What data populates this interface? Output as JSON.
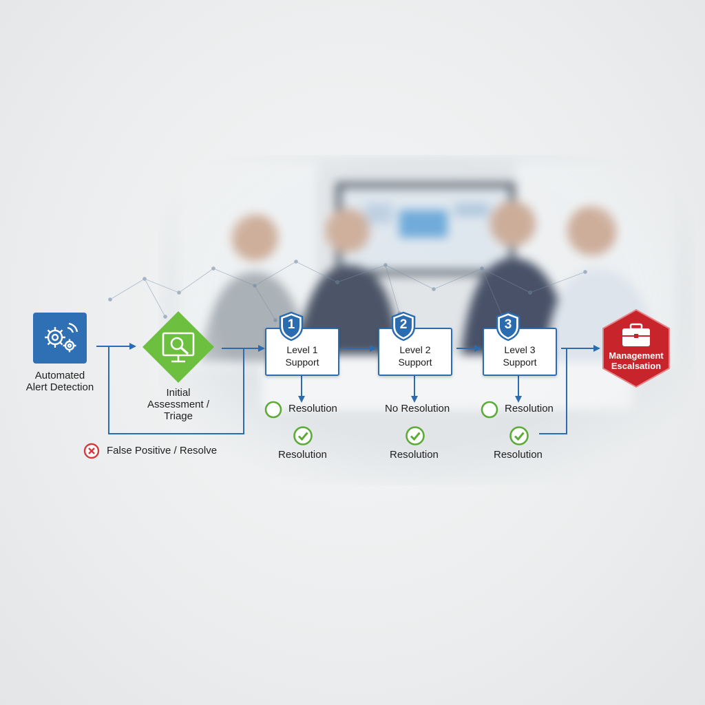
{
  "nodes": {
    "alert_detection": {
      "label": "Automated\nAlert Detection",
      "icon": "gears-icon"
    },
    "triage": {
      "label": "Initial\nAssessment /\nTriage",
      "icon": "monitor-search-icon"
    },
    "level1": {
      "badge": "1",
      "label": "Level 1\nSupport"
    },
    "level2": {
      "badge": "2",
      "label": "Level 2\nSupport"
    },
    "level3": {
      "badge": "3",
      "label": "Level 3\nSupport"
    },
    "management": {
      "label": "Management\nEscalsation",
      "icon": "briefcase-icon"
    }
  },
  "outcomes": {
    "false_positive": "False Positive / Resolve",
    "l1_resolution": "Resolution",
    "l1_resolution_check": "Resolution",
    "l2_no_resolution": "No Resolution",
    "l2_resolution_check": "Resolution",
    "l3_resolution": "Resolution",
    "l3_resolution_check": "Resolution"
  },
  "colors": {
    "primary_blue": "#2b6cb0",
    "alert_blue": "#2f6fb4",
    "triage_green": "#6cbf3f",
    "check_green": "#5cab38",
    "management_red": "#c8242b",
    "false_positive_red": "#d23b3b"
  }
}
